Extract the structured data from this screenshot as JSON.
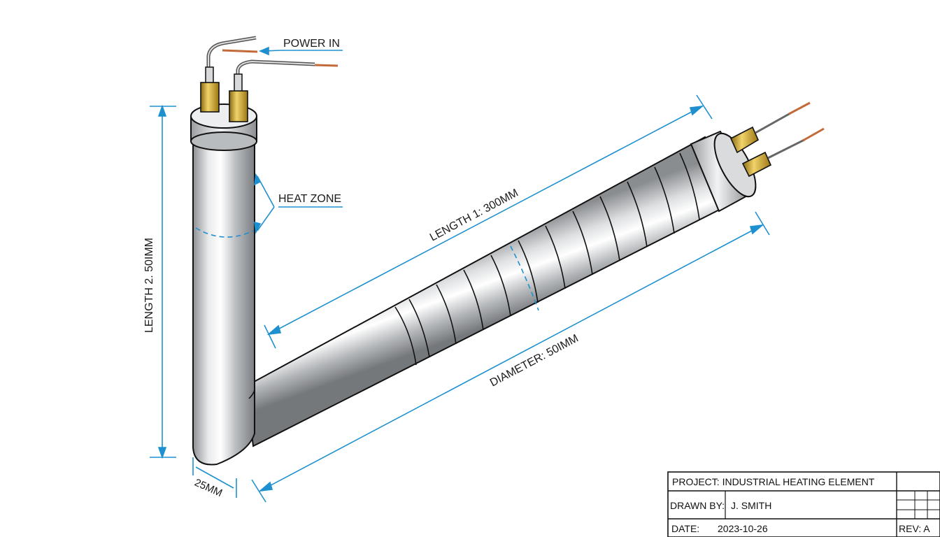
{
  "labels": {
    "power_in": "POWER IN",
    "heat_zone": "HEAT ZONE",
    "length_vertical": "LENGTH 2. 50IMM",
    "length_horizontal": "LENGTH 1: 300MM",
    "diameter": "DIAMETER: 50IMM",
    "width_bottom": "25MM"
  },
  "title_block": {
    "project": "PROJECT: INDUSTRIAL HEATING ELEMENT",
    "drawn_by_label": "DRAWN BY:",
    "drawn_by_value": "J. SMITH",
    "date_label": "DATE:",
    "date_value": "2023-10-26",
    "rev": "REV: A"
  },
  "colors": {
    "dimension": "#1e90d0",
    "outline": "#111111",
    "brass": "#c9a227",
    "copper": "#c26a3a",
    "steel": "#c8cacc"
  }
}
